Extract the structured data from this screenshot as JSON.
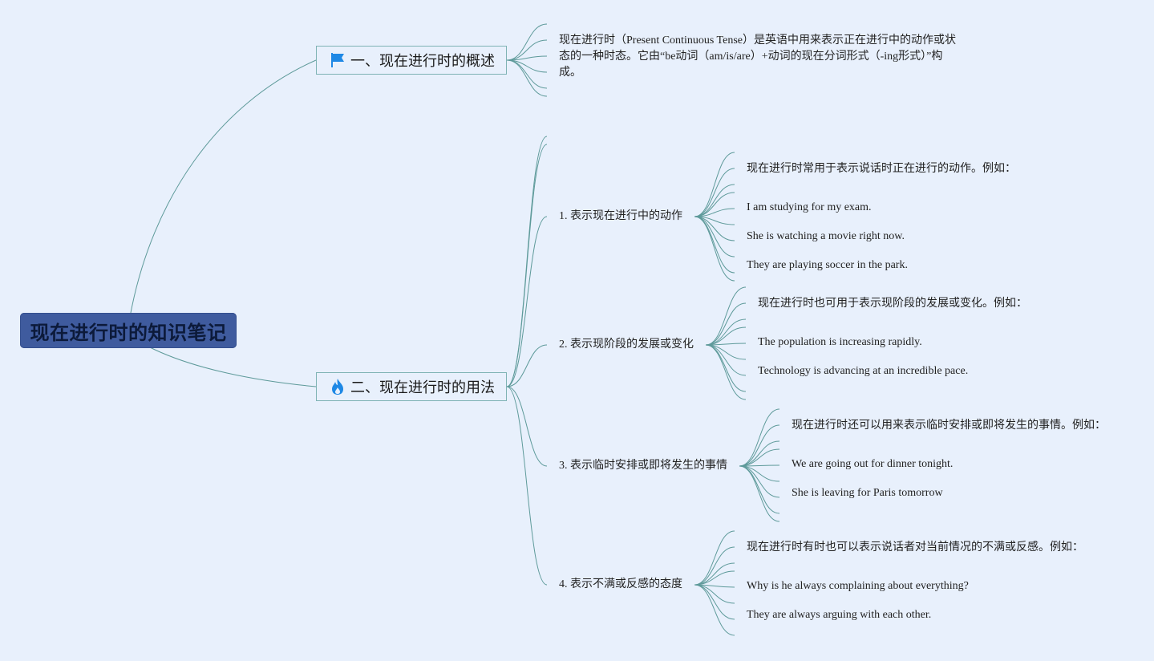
{
  "root": {
    "title": "现在进行时的知识笔记"
  },
  "branches": [
    {
      "label": "一、现在进行时的概述",
      "icon": "flag-icon",
      "content": "现在进行时（Present Continuous Tense）是英语中用来表示正在进行中的动作或状态的一种时态。它由“be动词（am/is/are）+动词的现在分词形式（-ing形式）”构成。"
    },
    {
      "label": "二、现在进行时的用法",
      "icon": "fire-icon",
      "topics": [
        {
          "label": "1. 表示现在进行中的动作",
          "intro": "现在进行时常用于表示说话时正在进行的动作。例如：",
          "examples": [
            "I am studying for my exam.",
            "She is watching a movie right now.",
            "They are playing soccer in the park."
          ]
        },
        {
          "label": "2. 表示现阶段的发展或变化",
          "intro": "现在进行时也可用于表示现阶段的发展或变化。例如：",
          "examples": [
            "The population is increasing rapidly.",
            "Technology is advancing at an incredible pace."
          ]
        },
        {
          "label": "3. 表示临时安排或即将发生的事情",
          "intro": "现在进行时还可以用来表示临时安排或即将发生的事情。例如：",
          "examples": [
            "We are going out for dinner tonight.",
            "She is leaving for Paris tomorrow"
          ]
        },
        {
          "label": "4. 表示不满或反感的态度",
          "intro": "现在进行时有时也可以表示说话者对当前情况的不满或反感。例如：",
          "examples": [
            "Why is he always complaining about everything?",
            "They are always arguing with each other."
          ]
        }
      ]
    }
  ],
  "colors": {
    "background": "#e8f0fc",
    "root": "#3f5b9e",
    "connector": "#5e9a9a",
    "branch_border": "#7fb3b5",
    "flag": "#1e88e5",
    "fire": "#1e88e5"
  }
}
